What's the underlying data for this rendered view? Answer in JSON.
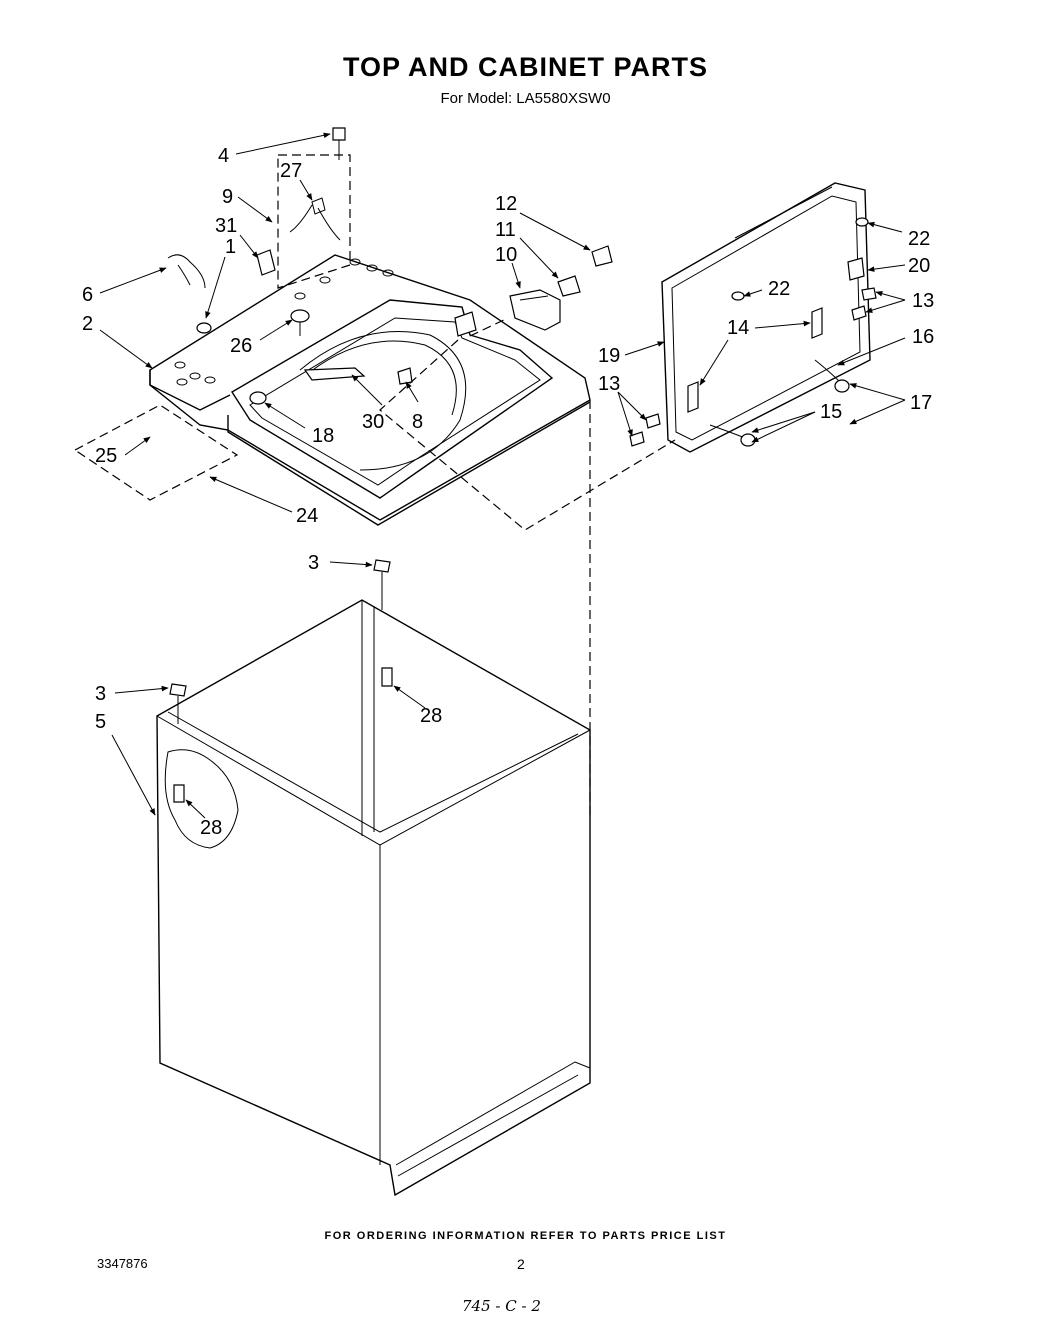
{
  "title": "TOP AND CABINET PARTS",
  "subtitle": "For Model: LA5580XSW0",
  "footer": "FOR ORDERING INFORMATION REFER TO PARTS PRICE LIST",
  "doc_number": "3347876",
  "page_number": "2",
  "handwritten_note": "745 - C - 2",
  "callouts": {
    "c4": "4",
    "c27": "27",
    "c9": "9",
    "c31": "31",
    "c1": "1",
    "c6": "6",
    "c2": "2",
    "c26": "26",
    "c25": "25",
    "c24": "24",
    "c18": "18",
    "c30": "30",
    "c8": "8",
    "c12": "12",
    "c11": "11",
    "c10": "10",
    "c22a": "22",
    "c22b": "22",
    "c20": "20",
    "c13a": "13",
    "c13b": "13",
    "c14": "14",
    "c16": "16",
    "c19": "19",
    "c15": "15",
    "c17": "17",
    "c3a": "3",
    "c3b": "3",
    "c28a": "28",
    "c28b": "28",
    "c5": "5"
  }
}
